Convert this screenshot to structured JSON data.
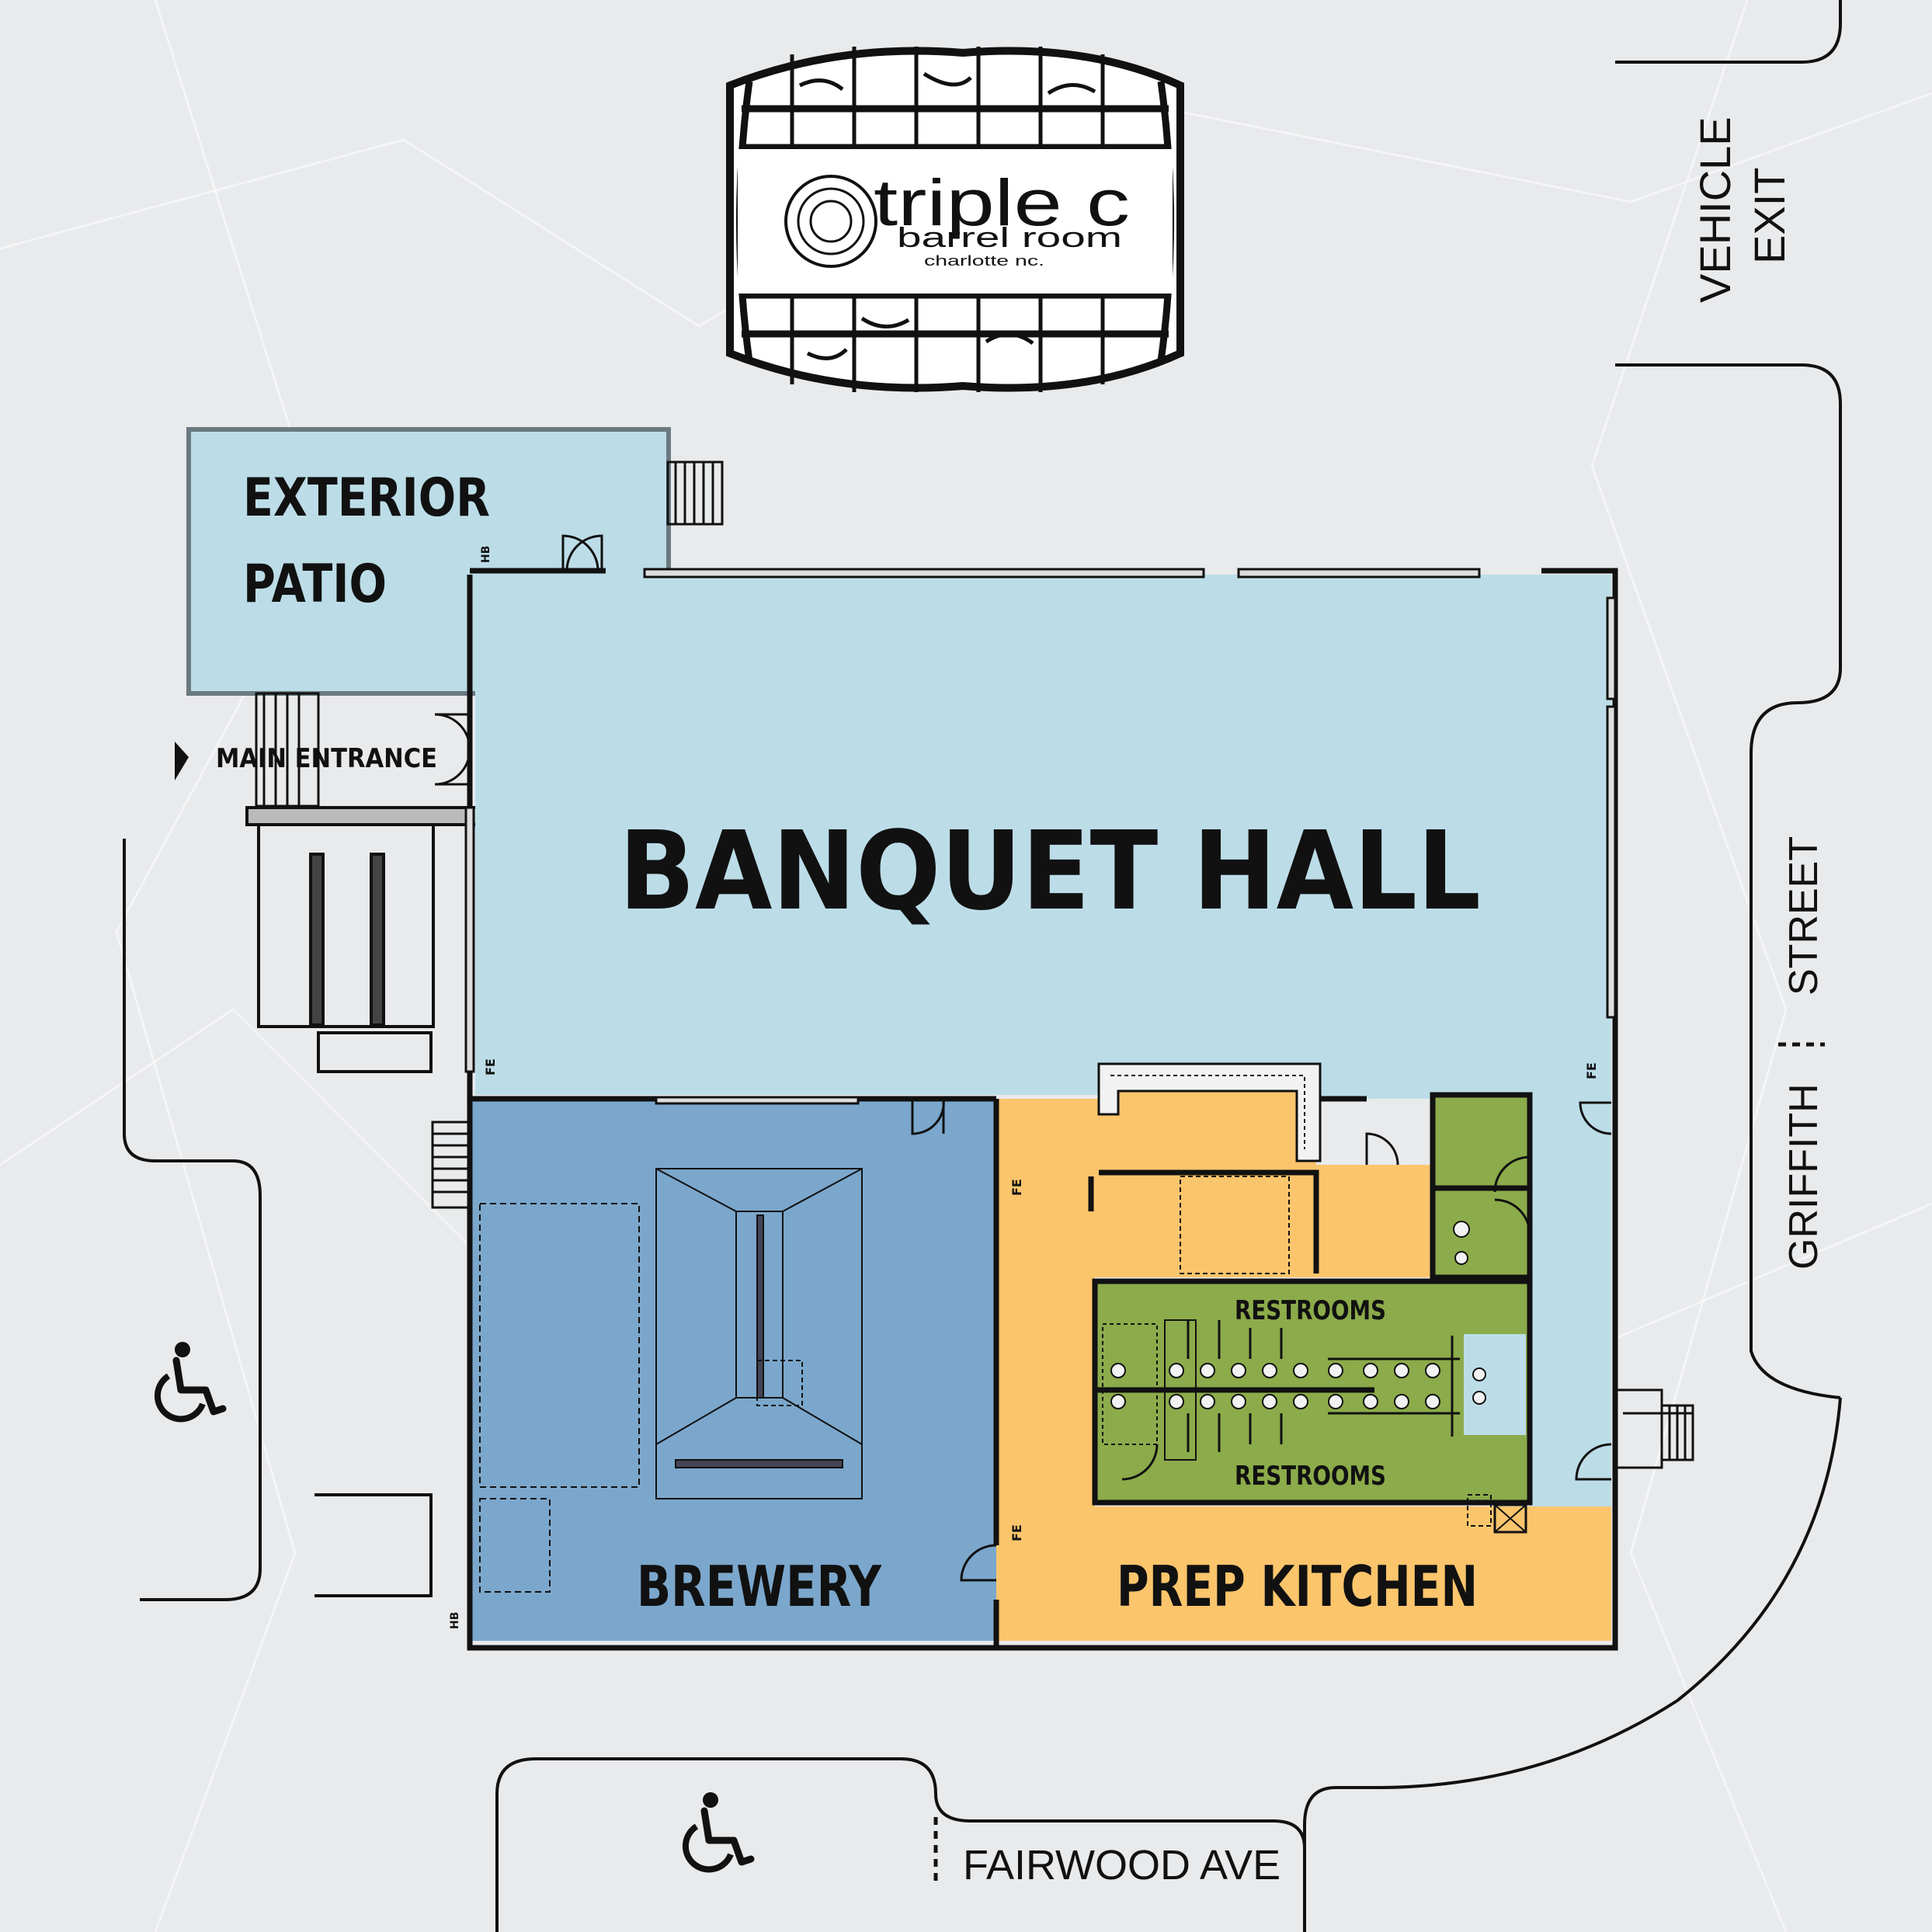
{
  "logo": {
    "name": "triple c",
    "subtitle": "barrel room",
    "location": "charlotte nc."
  },
  "rooms": {
    "banquet_hall": "BANQUET HALL",
    "exterior_patio_line1": "EXTERIOR",
    "exterior_patio_line2": "PATIO",
    "brewery": "BREWERY",
    "prep_kitchen": "PREP KITCHEN",
    "restrooms_top": "RESTROOMS",
    "restrooms_bottom": "RESTROOMS"
  },
  "entrances": {
    "main_entrance": "MAIN ENTRANCE",
    "vehicle_exit_line1": "VEHICLE",
    "vehicle_exit_line2": "EXIT"
  },
  "streets": {
    "griffith": "GRIFFITH",
    "street": "STREET",
    "fairwood": "FAIRWOOD AVE"
  },
  "markers": {
    "fire_extinguisher": "FE",
    "hose_bib": "HB"
  },
  "colors": {
    "background": "#e9eaec",
    "banquet_hall": "#bcdde8",
    "brewery": "#7ba7cc",
    "prep_kitchen": "#fbc56c",
    "restrooms": "#8cab4a",
    "wall": "#111111"
  },
  "icons": [
    "barrel-logo-icon",
    "accessible-parking-icon",
    "entrance-arrow-icon"
  ]
}
